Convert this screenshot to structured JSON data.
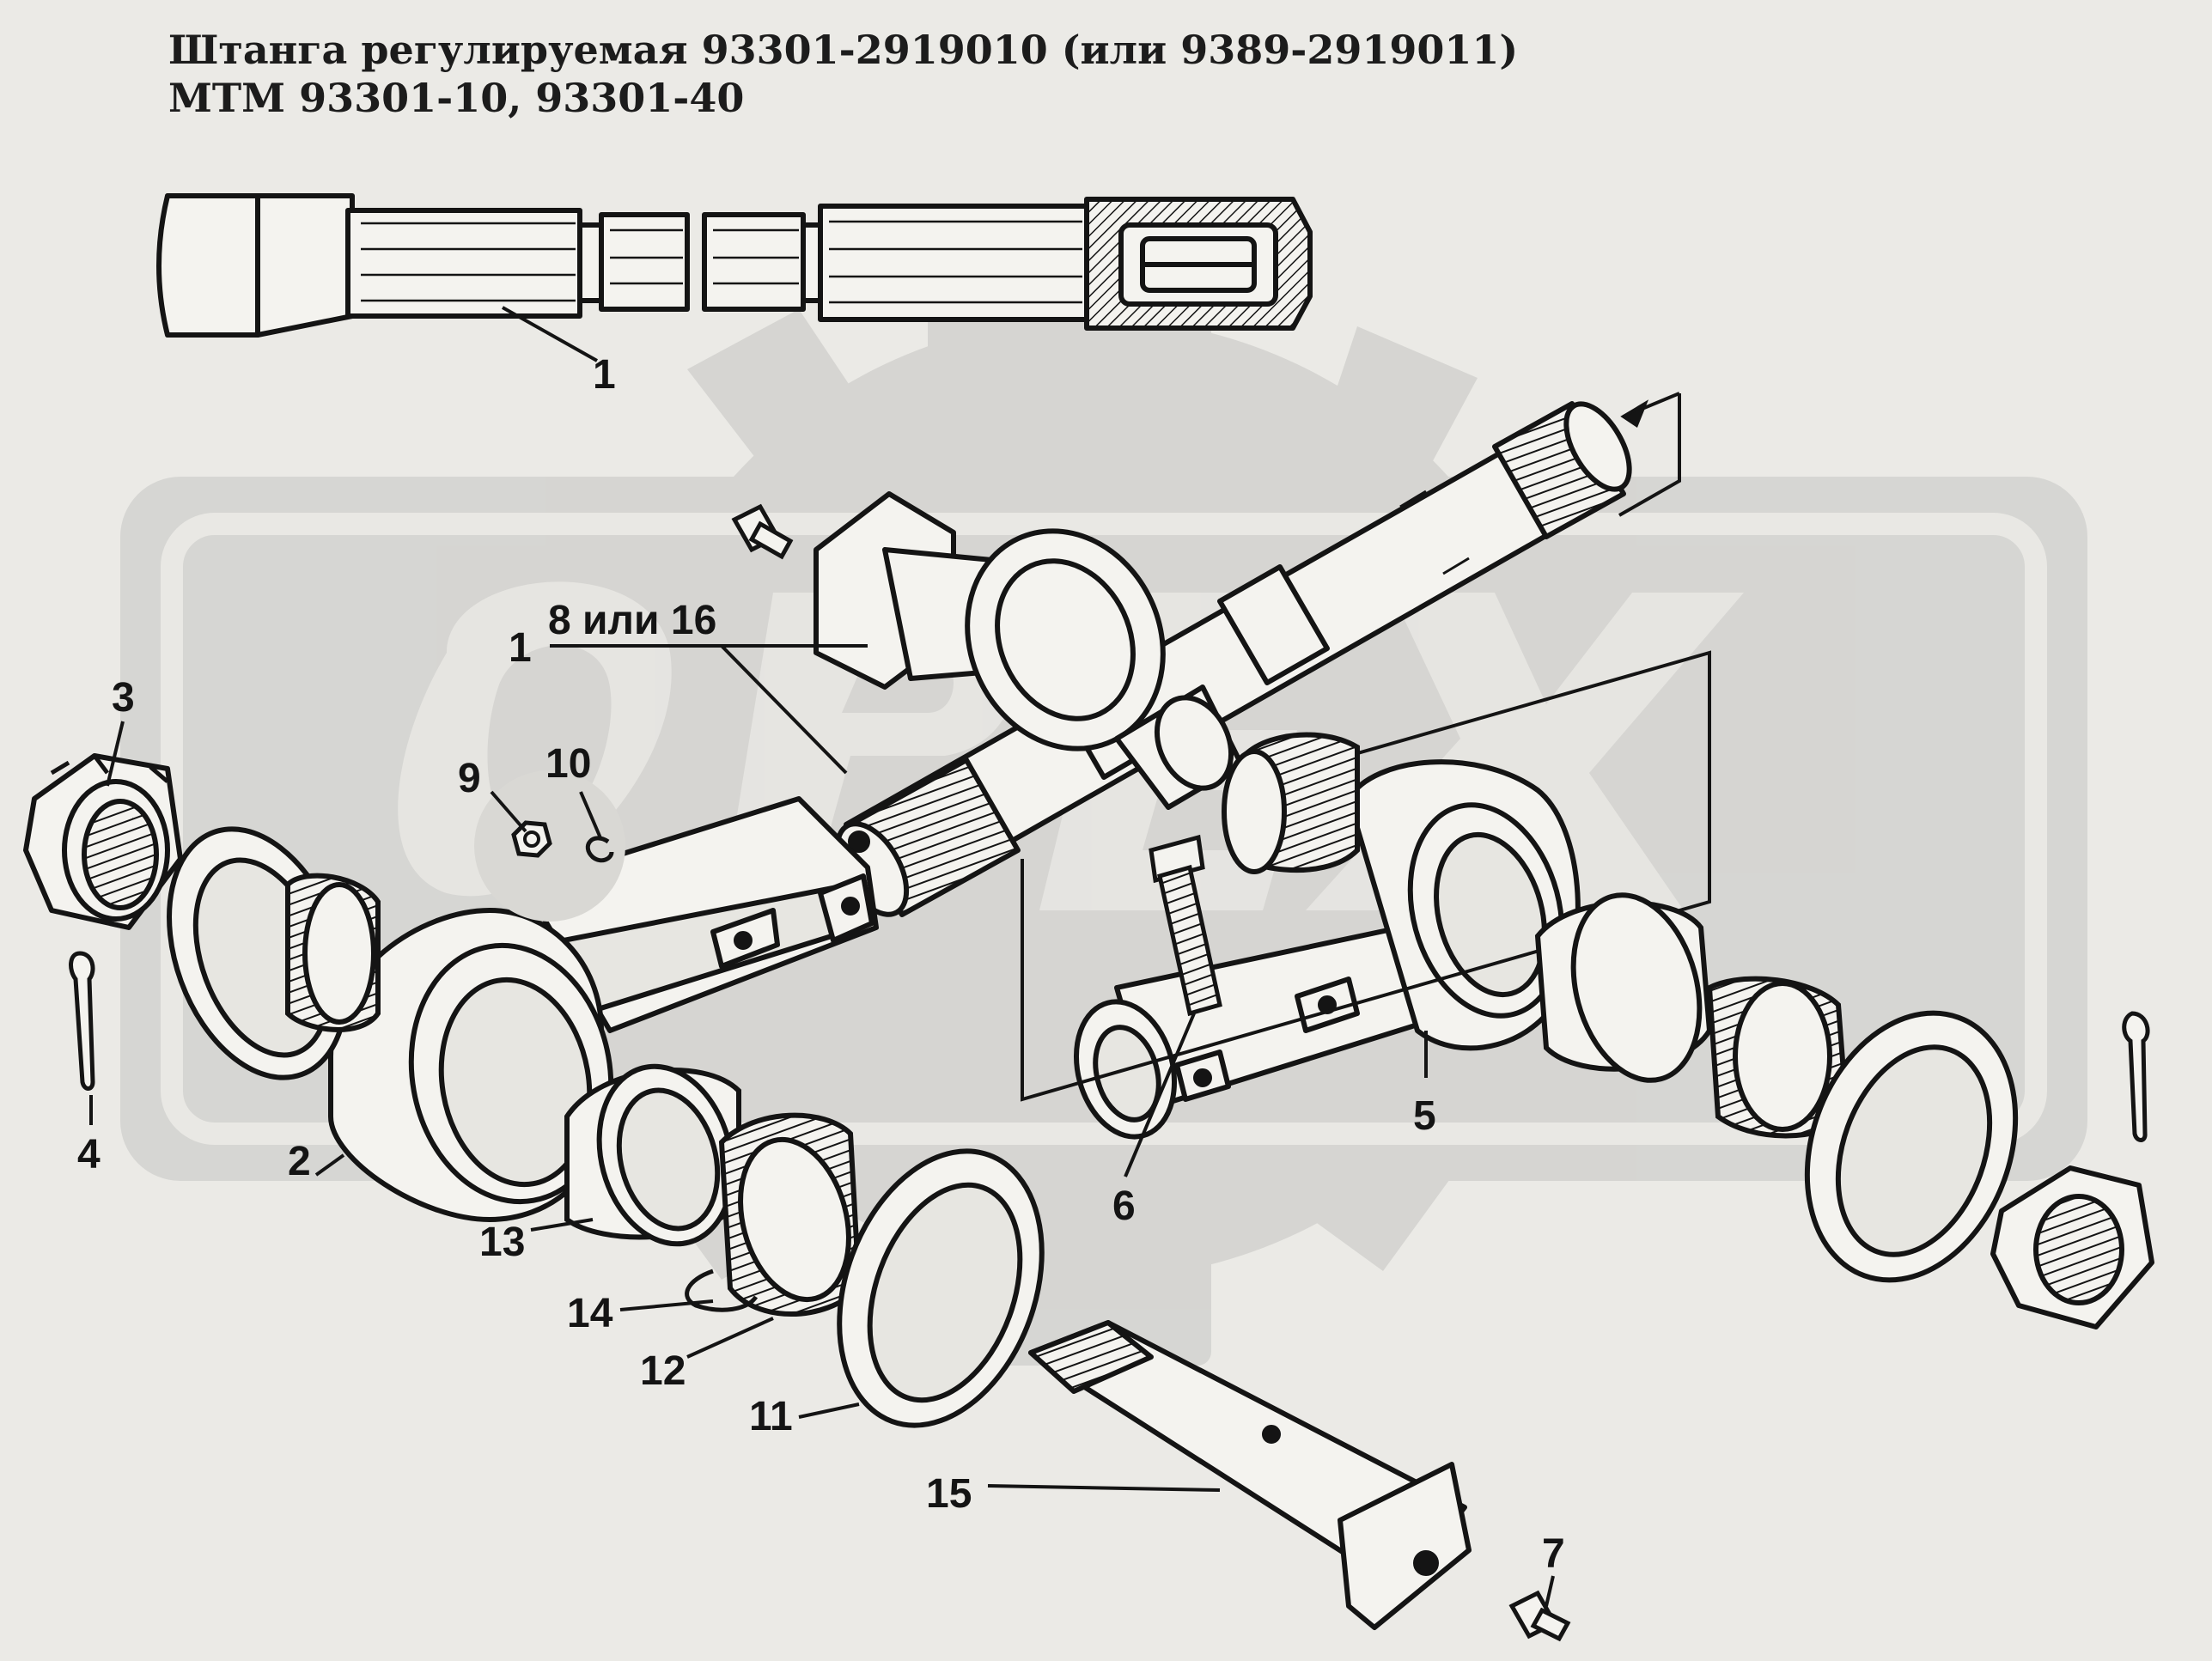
{
  "title": {
    "line1": "Штанга регулируемая 93301-2919010 (или 9389-2919011)",
    "line2": "МТМ 93301-10, 93301-40"
  },
  "watermark": "ОРЕХ",
  "callouts": [
    {
      "id": "1-top",
      "label": "1"
    },
    {
      "id": "1",
      "label": "1"
    },
    {
      "id": "8-16",
      "label": "8 или 16"
    },
    {
      "id": "3",
      "label": "3"
    },
    {
      "id": "9",
      "label": "9"
    },
    {
      "id": "10",
      "label": "10"
    },
    {
      "id": "4",
      "label": "4"
    },
    {
      "id": "2",
      "label": "2"
    },
    {
      "id": "13",
      "label": "13"
    },
    {
      "id": "14",
      "label": "14"
    },
    {
      "id": "12",
      "label": "12"
    },
    {
      "id": "11",
      "label": "11"
    },
    {
      "id": "15",
      "label": "15"
    },
    {
      "id": "6",
      "label": "6"
    },
    {
      "id": "5",
      "label": "5"
    },
    {
      "id": "7",
      "label": "7"
    }
  ],
  "colors": {
    "background": "#ebeae6",
    "ink": "#141414",
    "watermark": "#cfcfcc",
    "part_fill": "#f4f3ef"
  }
}
